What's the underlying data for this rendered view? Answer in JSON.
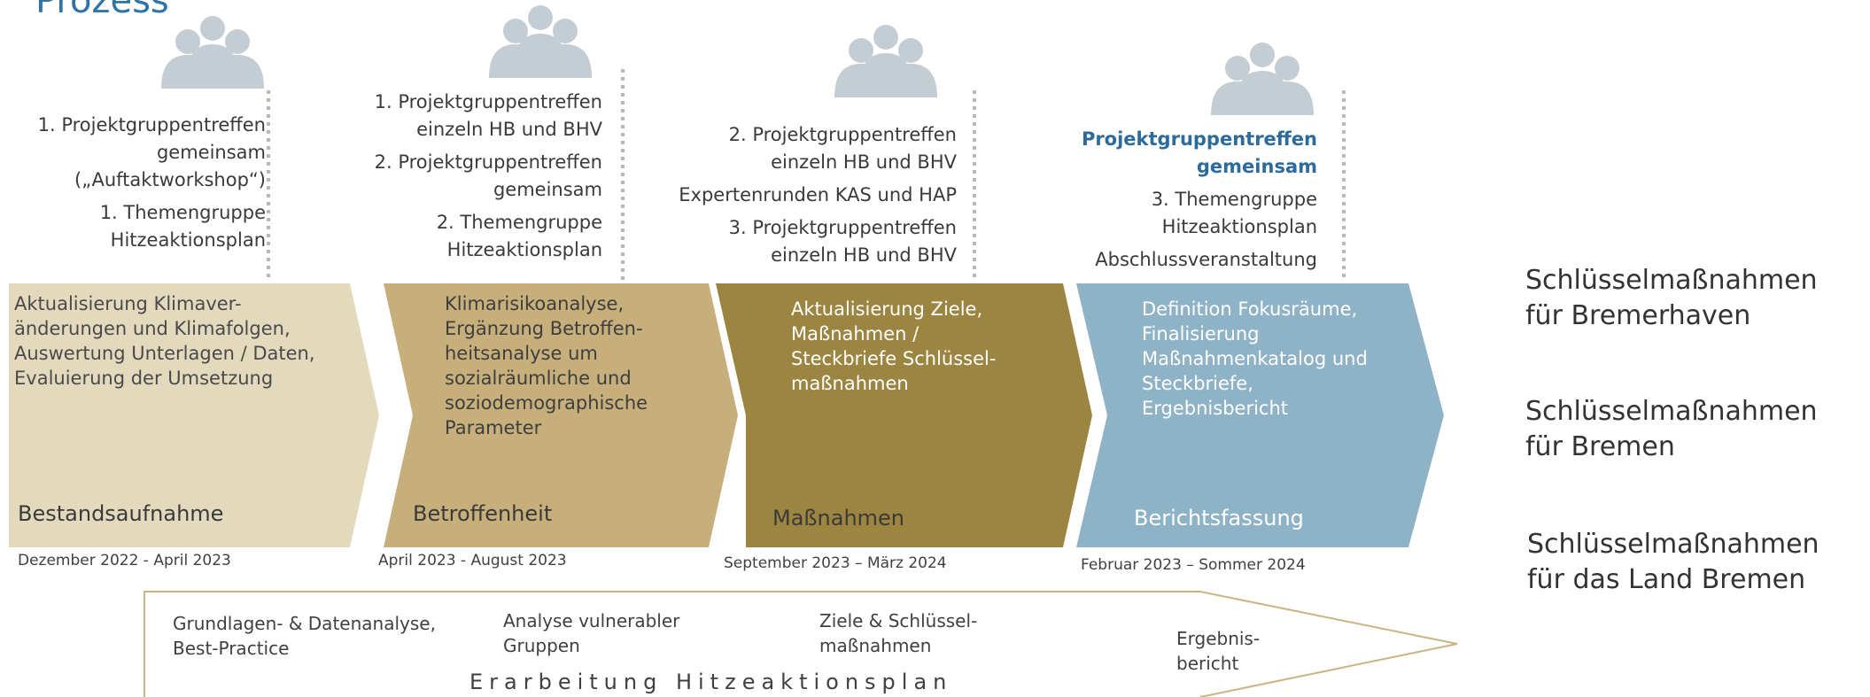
{
  "title": "Prozess",
  "meetings": [
    {
      "lines": [
        "1. Projektgruppentreffen",
        "gemeinsam",
        "(„Auftaktworkshop“)",
        "1. Themengruppe",
        "Hitzeaktionsplan"
      ]
    },
    {
      "lines": [
        "1. Projektgruppentreffen",
        "einzeln HB und BHV",
        "2. Projektgruppentreffen",
        "gemeinsam",
        "2. Themengruppe",
        "Hitzeaktionsplan"
      ]
    },
    {
      "lines": [
        "2. Projektgruppentreffen",
        "einzeln HB und BHV",
        "Expertenrunden KAS und HAP",
        "3. Projektgruppentreffen",
        "einzeln HB und BHV"
      ]
    },
    {
      "lines": [
        "Projektgruppentreffen",
        "gemeinsam",
        "3. Themengruppe",
        "Hitzeaktionsplan",
        "Abschlussveranstaltung"
      ]
    }
  ],
  "phases": [
    {
      "description": [
        "Aktualisierung Klimaver-",
        "änderungen und Klimafolgen,",
        "Auswertung Unterlagen / Daten,",
        "Evaluierung der Umsetzung"
      ],
      "label": "Bestandsaufnahme",
      "date": "Dezember 2022 - April 2023",
      "color": "#e3d9bd"
    },
    {
      "description": [
        "Klimarisikoanalyse,",
        "Ergänzung Betroffen-",
        "heitsanalyse um",
        "sozialräumliche und",
        "soziodemographische",
        "Parameter"
      ],
      "label": "Betroffenheit",
      "date": "April 2023 - August 2023",
      "color": "#c6af7a"
    },
    {
      "description": [
        "Aktualisierung Ziele,",
        "Maßnahmen /",
        "Steckbriefe Schlüssel-",
        "maßnahmen"
      ],
      "label": "Maßnahmen",
      "date": "September 2023 – März 2024",
      "color": "#9c8540"
    },
    {
      "description": [
        "Definition Fokusräume,",
        "Finalisierung",
        "Maßnahmenkatalog und",
        "Steckbriefe,",
        "Ergebnisbericht"
      ],
      "label": "Berichtsfassung",
      "date": "Februar 2023 – Sommer 2024",
      "color": "#8fb3c6"
    }
  ],
  "key_measures": [
    [
      "Schlüsselmaßnahmen",
      "für Bremerhaven"
    ],
    [
      "Schlüsselmaßnahmen",
      "für Bremen"
    ],
    [
      "Schlüsselmaßnahmen",
      "für das Land Bremen"
    ]
  ],
  "bottom": {
    "title": "Erarbeitung Hitzeaktionsplan",
    "items": [
      [
        "Grundlagen- & Datenanalyse,",
        "Best-Practice"
      ],
      [
        "Analyse vulnerabler",
        "Gruppen"
      ],
      [
        "Ziele & Schlüssel-",
        "maßnahmen"
      ],
      [
        "Ergebnis-",
        "bericht"
      ]
    ]
  }
}
